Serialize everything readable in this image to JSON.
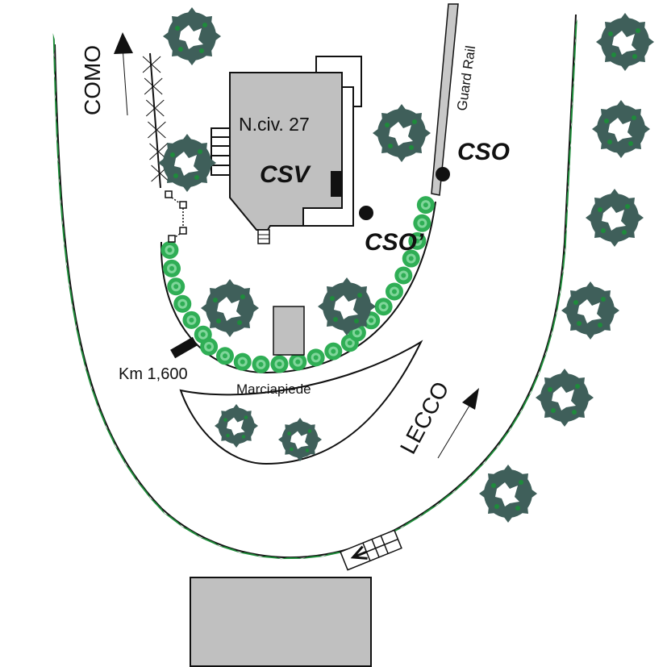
{
  "labels": {
    "como": "COMO",
    "lecco": "LECCO",
    "building_number": "N.civ. 27",
    "csv": "CSV",
    "cso": "CSO",
    "cso_prime": "CSO’",
    "guard_rail": "Guard Rail",
    "km": "Km 1,600",
    "sidewalk": "Marciapiede"
  },
  "colors": {
    "building": "#c0c0c0",
    "tree_dark": "#3f5f5a",
    "tree_green": "#1f8a3c",
    "shrub": "#2fae55",
    "road_edge_teeth": "#1e8c3a"
  }
}
